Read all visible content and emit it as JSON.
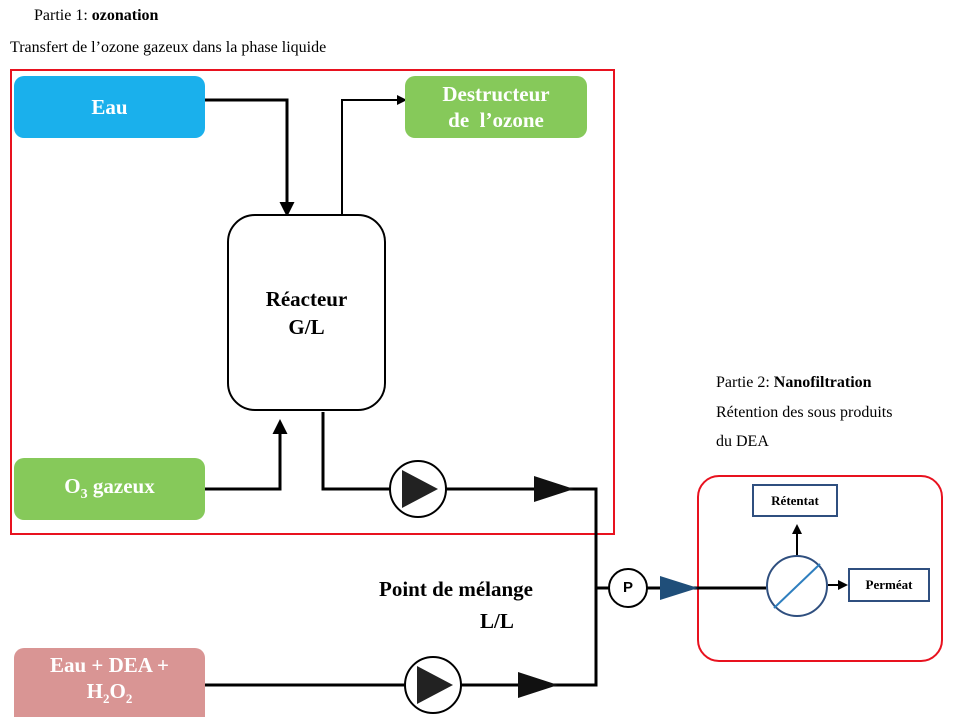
{
  "part1": {
    "prefix": "Partie 1: ",
    "name": "ozonation",
    "subtitle": "Transfert de l’ozone gazeux dans la phase liquide"
  },
  "part2": {
    "prefix": "Partie 2: ",
    "name": "Nanofiltration",
    "line1": "Rétention des sous produits",
    "line2": "du DEA"
  },
  "nodes": {
    "eau": "Eau",
    "destructeur_line1": "Destructeur",
    "destructeur_line2": "de  l’ozone",
    "reacteur_line1": "Réacteur",
    "reacteur_line2": "G/L",
    "o3_prefix": "O",
    "o3_sub": "3",
    "o3_suffix": " gazeux",
    "eau_dea_line1": "Eau + DEA +",
    "eau_dea_h": "H",
    "eau_dea_sub2a": "2",
    "eau_dea_o": "O",
    "eau_dea_sub2b": "2",
    "point_melange_line1": "Point de mélange",
    "point_melange_line2": "L/L",
    "pressure_symbol": "P",
    "retentat": "Rétentat",
    "permeat": "Perméat"
  },
  "colors": {
    "eau": "#1ab0ec",
    "destructeur": "#86c95a",
    "o3": "#86c95a",
    "eau_dea": "#d99594",
    "frame": "#e8121f",
    "pump": "#000000",
    "membrane_line": "#2f4f7f"
  }
}
